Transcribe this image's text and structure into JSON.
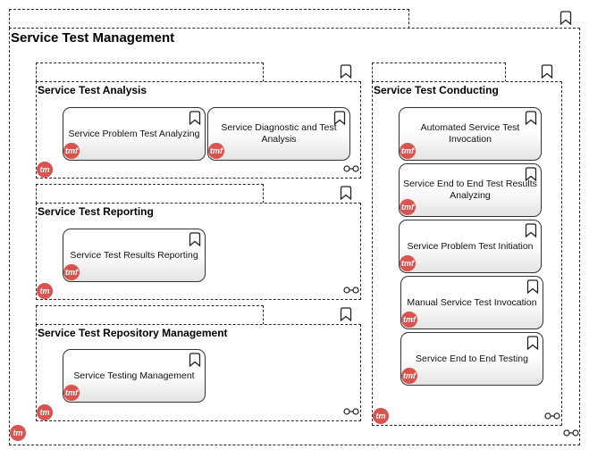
{
  "root": {
    "title": "Service Test Management",
    "badge": "tm"
  },
  "analysis": {
    "title": "Service Test Analysis",
    "badge": "tm",
    "items": [
      "Service Problem Test Analyzing",
      "Service Diagnostic and Test Analysis"
    ]
  },
  "reporting": {
    "title": "Service Test Reporting",
    "badge": "tm",
    "items": [
      "Service Test Results Reporting"
    ]
  },
  "repository": {
    "title": "Service Test Repository Management",
    "badge": "tm",
    "items": [
      "Service Testing Management"
    ]
  },
  "conducting": {
    "title": "Service Test Conducting",
    "badge": "tm",
    "items": [
      "Automated Service Test Invocation",
      "Service End to End Test Results Analyzing",
      "Service Problem Test Initiation",
      "Manual Service Test Invocation",
      "Service End to End Testing"
    ]
  },
  "card_badge": "tmf",
  "colors": {
    "badge": "#d9534f",
    "border": "#2a2a2a"
  },
  "icons": {
    "package": "bookmark-icon",
    "connector": "chain-link-icon"
  }
}
